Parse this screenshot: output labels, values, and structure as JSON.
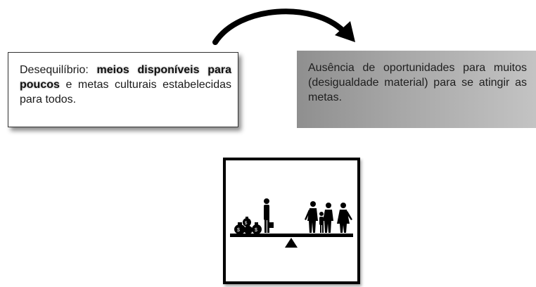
{
  "left_box": {
    "text_before": "Desequilíbrio: ",
    "highlight": "meios disponíveis para poucos",
    "text_after": " e metas culturais estabelecidas para todos."
  },
  "right_box": {
    "text_before": "Ausência de oportunidades para muitos ",
    "highlight": "(desigualdade material)",
    "text_after": " para se atingir as metas."
  },
  "icons": {
    "arrow": "curved-arrow-icon",
    "scale": "balance-scale-icon",
    "money_bags": "money-bag-icon",
    "businessman": "businessman-icon",
    "people": "person-icon"
  },
  "colors": {
    "right_box_bg": "#a6a6a6",
    "ink": "#000000"
  }
}
